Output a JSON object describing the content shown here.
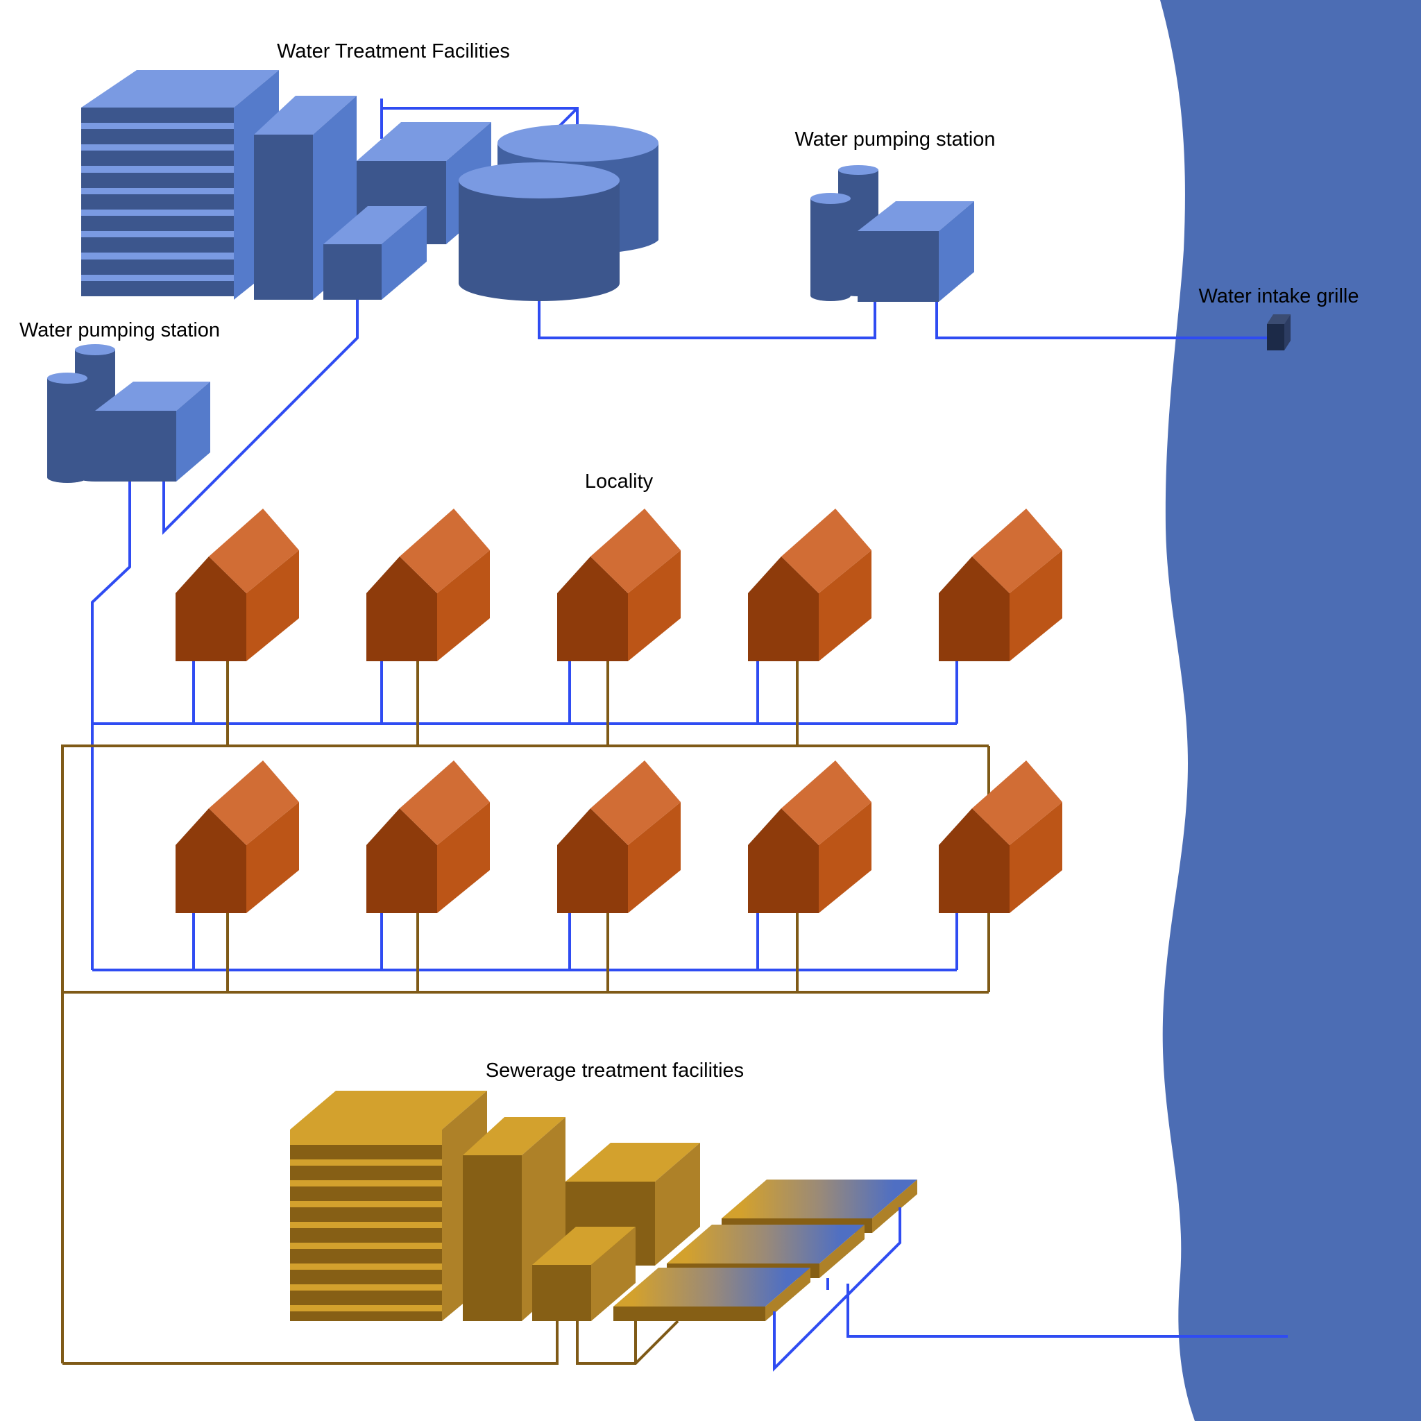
{
  "labels": {
    "water_treatment": "Water Treatment Facilities",
    "pumping_station_top": "Water pumping station",
    "pumping_station_left": "Water pumping station",
    "intake_grille": "Water intake grille",
    "locality": "Locality",
    "sewerage_treatment": "Sewerage treatment facilities"
  },
  "colors": {
    "river": "#4c6db4",
    "clean_water_pipe": "#2f4cf2",
    "sewage_pipe": "#7f5a17",
    "treatment_top": "#7a9ae2",
    "treatment_front": "#3c568d",
    "treatment_side": "#557bcb",
    "house_roof": "#d16d35",
    "house_front": "#8e3b0b",
    "house_side": "#bc5517",
    "sewage_top": "#d3a12d",
    "sewage_front": "#865f15",
    "sewage_side": "#ae8128",
    "grille": "#1c2a48"
  }
}
